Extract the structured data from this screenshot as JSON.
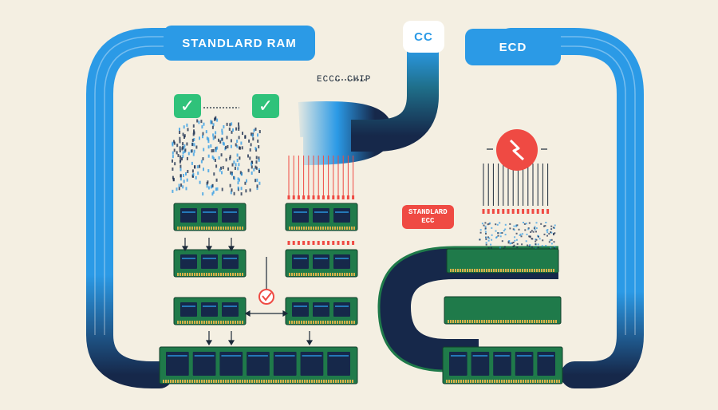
{
  "labels": {
    "standard_ram": "STANDLARD RAM",
    "cc": "CC",
    "ecd": "ECD",
    "ecc_chip": "ECCC  CHIP",
    "standard_ecc_line1": "STANDLARD",
    "standard_ecc_line2": "ECC"
  },
  "icons": {
    "check_left": "check-icon",
    "check_right": "check-icon",
    "error_badge": "lightning-error-icon",
    "verify_badge": "check-circle-icon"
  },
  "colors": {
    "blue": "#2b9ae6",
    "navy": "#16284a",
    "green_pcb": "#1f7a4a",
    "red": "#ef4a43",
    "background": "#f4efe2"
  }
}
